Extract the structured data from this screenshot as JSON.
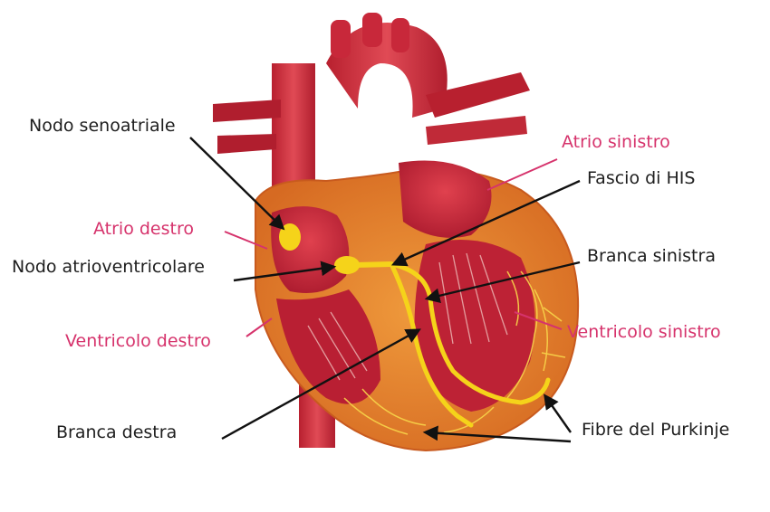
{
  "labels": {
    "nodo_senoatriale": "Nodo senoatriale",
    "atrio_destro": "Atrio destro",
    "nodo_atrioventricolare": "Nodo atrioventricolare",
    "ventricolo_destro": "Ventricolo destro",
    "branca_destra": "Branca destra",
    "atrio_sinistro": "Atrio sinistro",
    "fascio_di_his": "Fascio di HIS",
    "branca_sinistra": "Branca sinistra",
    "ventricolo_sinistro": "Ventricolo sinistro",
    "fibre_del_purkinje": "Fibre del Purkinje"
  },
  "colors": {
    "structure_label": "#d6336c",
    "conduction_label": "#1e1e1e",
    "conduction_system": "#f5d31a",
    "myocardium": "#e07a2c",
    "heart_red": "#c3253a"
  }
}
